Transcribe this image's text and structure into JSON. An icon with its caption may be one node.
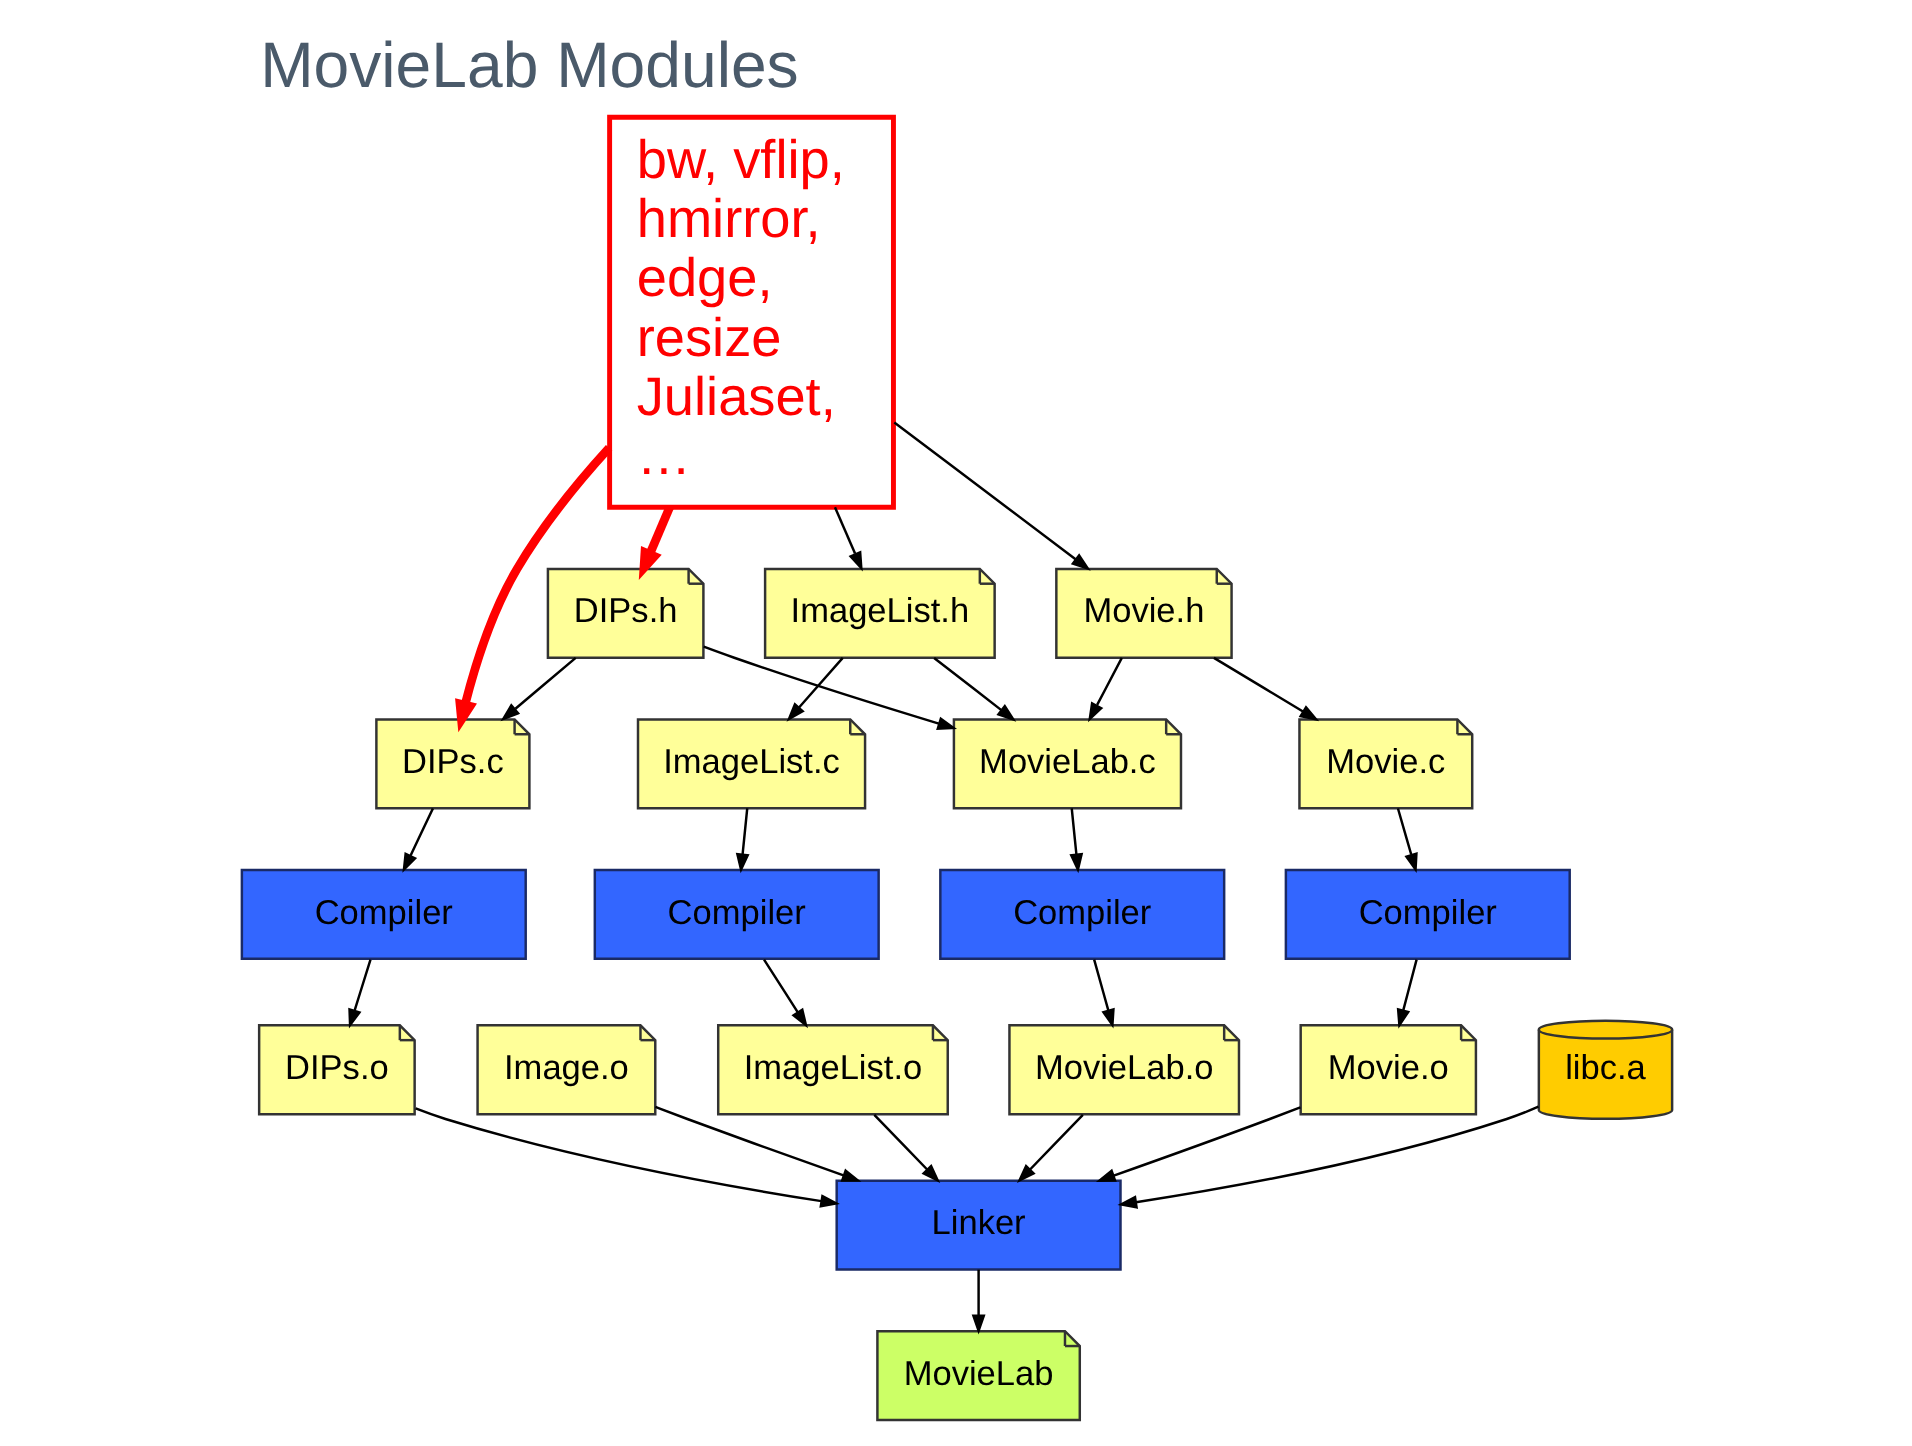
{
  "diagram": {
    "title": "MovieLab Modules",
    "nodes": [
      {
        "text": [
          "DIPs.h"
        ]
      },
      {
        "text": [
          "DIPs.c"
        ]
      },
      {
        "text": [
          "Compiler"
        ]
      },
      {
        "text": [
          "DIPs.o"
        ]
      },
      {
        "text": [
          "bw, vflip, hmirror, edge, resize Juliaset, …"
        ]
      },
      {
        "text": [
          "Image.o"
        ]
      },
      {
        "text": [
          "ImageList.h"
        ]
      },
      {
        "text": [
          "ImageList.c"
        ]
      },
      {
        "text": [
          "Compiler"
        ]
      },
      {
        "text": [
          "ImageList.o"
        ]
      },
      {
        "text": [
          "Movie.h"
        ]
      },
      {
        "text": [
          "Movie.c"
        ]
      },
      {
        "text": [
          "Compiler"
        ]
      },
      {
        "text": [
          "Movie.o"
        ]
      },
      {
        "text": [
          "MovieLab.c"
        ]
      },
      {
        "text": [
          "Compiler"
        ]
      },
      {
        "text": [
          "MovieLab.o"
        ]
      },
      {
        "text": [
          "Linker"
        ]
      },
      {
        "text": [
          "libc.a"
        ]
      },
      {
        "text": [
          "MovieLab"
        ]
      }
    ],
    "edges": [
      {
        "from": 4,
        "to": 0,
        "arrow": "to",
        "style": "thick",
        "color": "#ff0000"
      },
      {
        "from": 4,
        "to": 1,
        "arrow": "to",
        "style": "thick",
        "color": "#ff0000"
      },
      {
        "from": 4,
        "to": 6,
        "arrow": "to"
      },
      {
        "from": 4,
        "to": 10,
        "arrow": "to"
      },
      {
        "from": 0,
        "to": 1,
        "arrow": "to"
      },
      {
        "from": 1,
        "to": 2,
        "arrow": "to"
      },
      {
        "from": 2,
        "to": 3,
        "arrow": "to"
      },
      {
        "from": 6,
        "to": 7,
        "arrow": "to"
      },
      {
        "from": 7,
        "to": 8,
        "arrow": "to"
      },
      {
        "from": 8,
        "to": 9,
        "arrow": "to"
      },
      {
        "from": 10,
        "to": 11,
        "arrow": "to"
      },
      {
        "from": 11,
        "to": 12,
        "arrow": "to"
      },
      {
        "from": 12,
        "to": 13,
        "arrow": "to"
      },
      {
        "from": 0,
        "to": 14,
        "arrow": "to"
      },
      {
        "from": 6,
        "to": 14,
        "arrow": "to"
      },
      {
        "from": 10,
        "to": 14,
        "arrow": "to"
      },
      {
        "from": 14,
        "to": 15,
        "arrow": "to"
      },
      {
        "from": 15,
        "to": 16,
        "arrow": "to"
      },
      {
        "from": 3,
        "to": 17,
        "arrow": "to"
      },
      {
        "from": 5,
        "to": 17,
        "arrow": "to"
      },
      {
        "from": 9,
        "to": 17,
        "arrow": "to"
      },
      {
        "from": 13,
        "to": 17,
        "arrow": "to"
      },
      {
        "from": 16,
        "to": 17,
        "arrow": "to"
      },
      {
        "from": 18,
        "to": 17,
        "arrow": "to"
      },
      {
        "from": 17,
        "to": 19,
        "arrow": "to"
      }
    ]
  }
}
